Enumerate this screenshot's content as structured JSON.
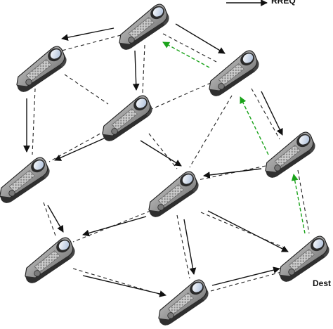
{
  "legend": {
    "label": "RREQ"
  },
  "dest_label": "Dest",
  "colors": {
    "link": "#222222",
    "arrow": "#111111",
    "route": "#1aa31a",
    "phone_body": "#9a9a9a",
    "phone_dark": "#3b3b3b",
    "screen": "#dfe8f5"
  },
  "nodes": [
    {
      "id": "n1",
      "name": "phone-node-top"
    },
    {
      "id": "n2",
      "name": "phone-node-upper-left"
    },
    {
      "id": "n3",
      "name": "phone-node-upper-right"
    },
    {
      "id": "n4",
      "name": "phone-node-center"
    },
    {
      "id": "n5",
      "name": "phone-node-right"
    },
    {
      "id": "n6",
      "name": "phone-node-left"
    },
    {
      "id": "n7",
      "name": "phone-node-middle"
    },
    {
      "id": "n8",
      "name": "phone-node-lower-left"
    },
    {
      "id": "n9",
      "name": "phone-node-destination"
    },
    {
      "id": "n10",
      "name": "phone-node-bottom"
    }
  ]
}
